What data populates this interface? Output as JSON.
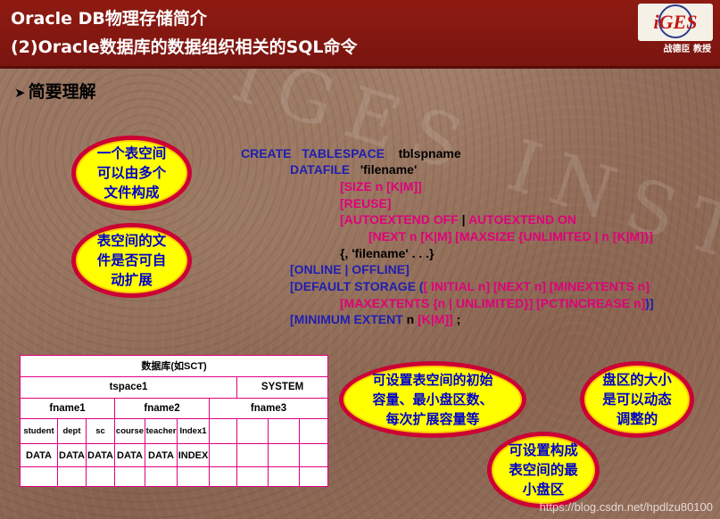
{
  "header": {
    "title_line1": "Oracle DB物理存储简介",
    "title_line2": "(2)Oracle数据库的数据组织相关的SQL命令",
    "logo_text": "iGES",
    "logo_sub": "战德臣 教授"
  },
  "section": {
    "arrow": "➤",
    "title": "简要理解"
  },
  "bubbles": {
    "b1": [
      "一个表空间",
      "可以由多个",
      "文件构成"
    ],
    "b2": [
      "表空间的文",
      "件是否可自",
      "动扩展"
    ],
    "b3": [
      "可设置表空间的初始",
      "容量、最小盘区数、",
      "每次扩展容量等"
    ],
    "b4": [
      "盘区的大小",
      "是可以动态",
      "调整的"
    ],
    "b5": [
      "可设置构成",
      "表空间的最",
      "小盘区"
    ]
  },
  "sql": {
    "l1a": "CREATE",
    "l1b": "TABLESPACE",
    "l1c": "tblspname",
    "l2a": "DATAFILE",
    "l2b": "'filename'",
    "l3": "[SIZE n  [K|M]]",
    "l4": "[REUSE]",
    "l5a": "[AUTOEXTEND OFF",
    "l5b": " | ",
    "l5c": "AUTOEXTEND ON",
    "l6": "[NEXT n [K|M] [MAXSIZE {UNLIMITED | n [K|M]}]",
    "l7": "{, 'filename' . . .}",
    "l8": "[ONLINE | OFFLINE]",
    "l9a": "[DEFAULT STORAGE (",
    "l9b": "[ INITIAL n] [NEXT n] [MINEXTENTS n]",
    "l10a": "[MAXEXTENTS {n | UNLIMITED}] [PCTINCREASE n]",
    "l10b": ")]",
    "l11a": "[MINIMUM EXTENT",
    "l11b": " n ",
    "l11c": "[K|M]]",
    "l11d": " ;"
  },
  "db_table": {
    "title": "数据库(如SCT)",
    "tspace": "tspace1",
    "system": "SYSTEM",
    "files": [
      "fname1",
      "fname2",
      "fname3"
    ],
    "segments": [
      "student",
      "dept",
      "sc",
      "course",
      "teacher",
      "Index1"
    ],
    "data": [
      "DATA",
      "DATA",
      "DATA",
      "DATA",
      "DATA",
      "INDEX"
    ]
  },
  "watermark_url": "https://blog.csdn.net/hpdlzu80100"
}
